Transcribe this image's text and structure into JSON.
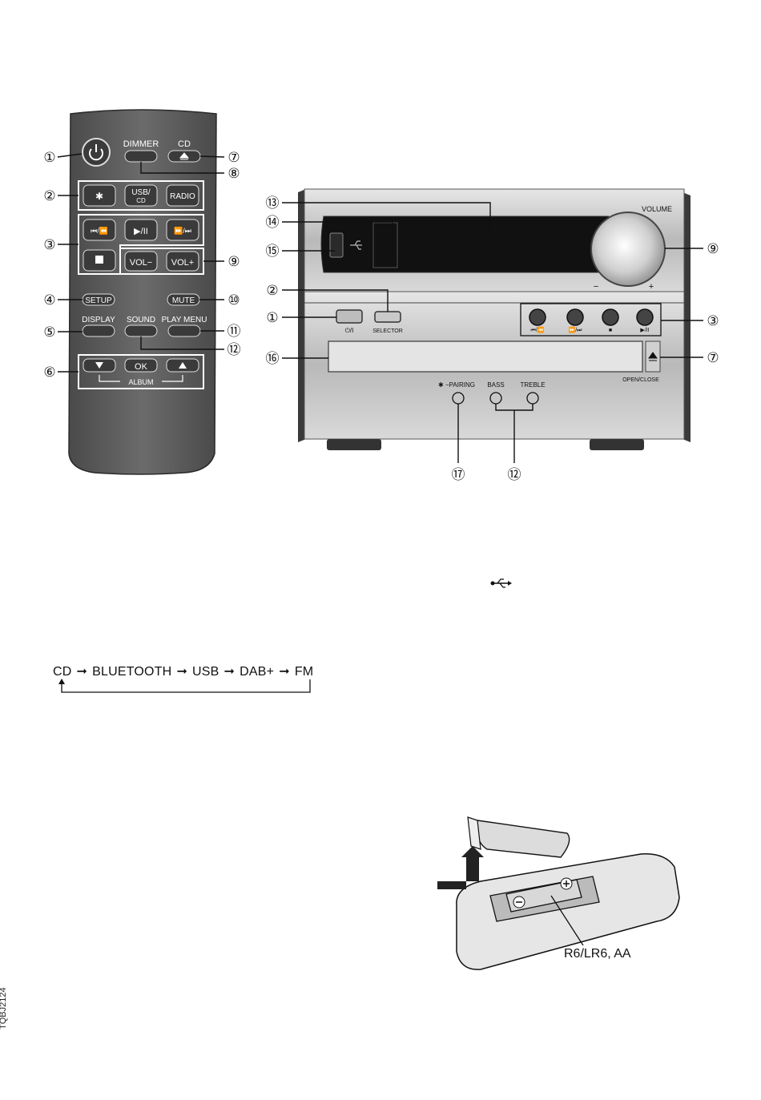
{
  "remote": {
    "dimmer": "DIMMER",
    "cd": "CD",
    "usb": "USB/",
    "usb_sub": "CD",
    "radio": "RADIO",
    "vol_minus": "VOL−",
    "vol_plus": "VOL+",
    "setup": "SETUP",
    "mute": "MUTE",
    "display": "DISPLAY",
    "sound": "SOUND",
    "play_menu": "PLAY MENU",
    "ok": "OK",
    "album": "ALBUM"
  },
  "callouts": {
    "n1": "①",
    "n2": "②",
    "n3": "③",
    "n4": "④",
    "n5": "⑤",
    "n6": "⑥",
    "n7": "⑦",
    "n8": "⑧",
    "n9": "⑨",
    "n10": "⑩",
    "n11": "⑪",
    "n12": "⑫",
    "n13": "⑬",
    "n14": "⑭",
    "n15": "⑮",
    "n16": "⑯",
    "n17": "⑰"
  },
  "unit": {
    "volume": "VOLUME",
    "minus": "−",
    "plus": "+",
    "power_label": "⏻/I",
    "selector": "SELECTOR",
    "btn1": "⏮/⏪",
    "btn2": "⏩/⏭",
    "btn3": "■",
    "btn4": "▶/II",
    "open_close": "OPEN/CLOSE",
    "pairing": "✱ −PAIRING",
    "bass": "BASS",
    "treble": "TREBLE"
  },
  "source_sequence": [
    "CD",
    "BLUETOOTH",
    "USB",
    "DAB+",
    "FM"
  ],
  "battery_label": "R6/LR6, AA",
  "doc_code": "TQBJ2124",
  "icons": {
    "usb_symbol": "usb-icon",
    "power": "power-icon",
    "bluetooth": "bluetooth-icon"
  }
}
